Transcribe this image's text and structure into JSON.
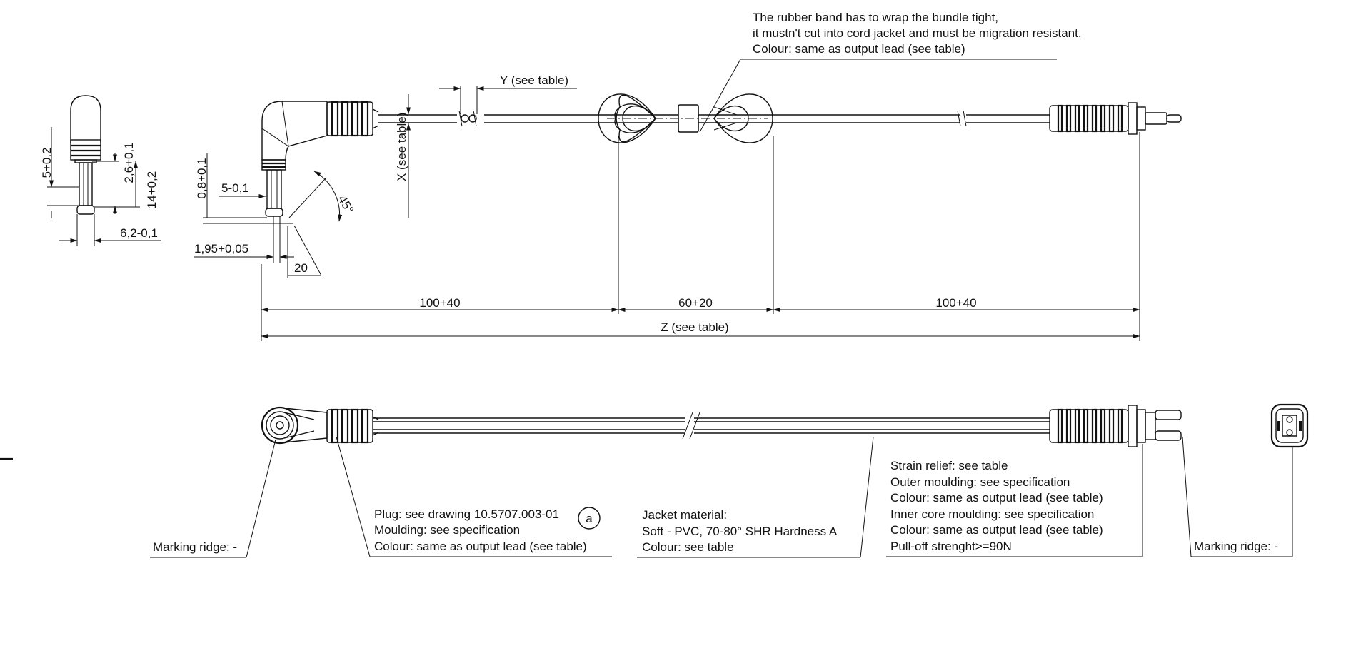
{
  "dimensions": {
    "plug_5": "5+0,2",
    "plug_2_6": "2,6+0,1",
    "plug_14": "14+0,2",
    "plug_6_2": "6,2-0,1",
    "angle_0_8": "0,8+0,1",
    "angle_5": "5-0,1",
    "angle_1_95": "1,95+0,05",
    "angle_45": "45°",
    "angle_20": "20",
    "x_table": "X (see table)",
    "y_table": "Y (see table)",
    "len_left": "100+40",
    "len_mid": "60+20",
    "len_right": "100+40",
    "len_total": "Z (see table)"
  },
  "notes": {
    "rubber_band": [
      "The rubber band has to wrap the bundle tight,",
      "it mustn't cut into cord jacket and must be migration resistant.",
      "Colour: same as output lead (see table)"
    ],
    "marking_left": "Marking ridge: -",
    "plug": [
      "Plug: see drawing 10.5707.003-01",
      "Moulding: see specification",
      "Colour: same as output lead (see table)"
    ],
    "plug_ref": "a",
    "jacket": [
      "Jacket material:",
      "Soft - PVC, 70-80° SHR Hardness A",
      "Colour: see table"
    ],
    "strain": [
      "Strain relief: see table",
      "Outer moulding: see specification",
      "Colour: same as output lead (see table)",
      "Inner core moulding: see specification",
      "Colour: same as output lead (see table)",
      "Pull-off strenght>=90N"
    ],
    "marking_right": "Marking ridge: -"
  }
}
